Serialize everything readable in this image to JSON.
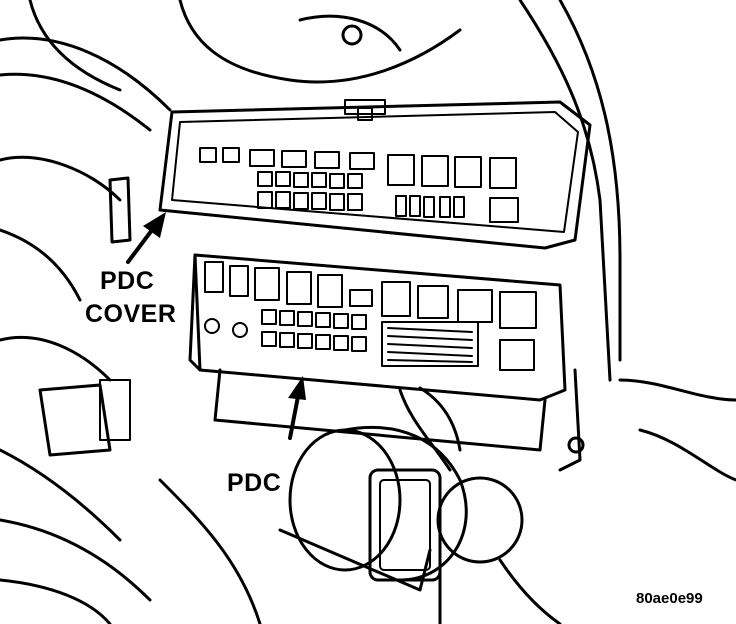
{
  "labels": {
    "pdc_cover_line1": "PDC",
    "pdc_cover_line2": "COVER",
    "pdc": "PDC",
    "figure_code": "80ae0e99"
  },
  "colors": {
    "ink": "#000000",
    "paper": "#ffffff"
  }
}
